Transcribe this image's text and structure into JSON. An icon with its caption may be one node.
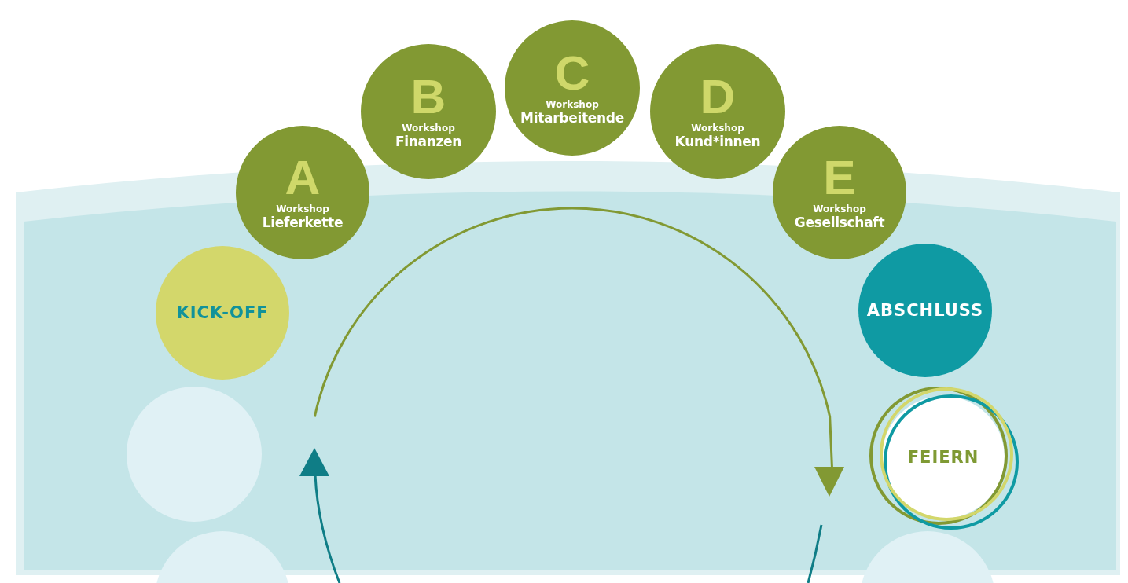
{
  "diagram": {
    "nodes": [
      {
        "text": [
          "KICK-OFF"
        ]
      },
      {
        "text": [
          "A",
          "Workshop",
          "Lieferkette"
        ]
      },
      {
        "text": [
          "B",
          "Workshop",
          "Finanzen"
        ]
      },
      {
        "text": [
          "C",
          "Workshop",
          "Mitarbeitende"
        ]
      },
      {
        "text": [
          "D",
          "Workshop",
          "Kund*innen"
        ]
      },
      {
        "text": [
          "E",
          "Workshop",
          "Gesellschaft"
        ]
      },
      {
        "text": [
          "ABSCHLUSS"
        ]
      },
      {
        "text": [
          "FEIERN"
        ]
      },
      {
        "text": [],
        "shape": "circle"
      },
      {
        "text": [],
        "shape": "circle"
      },
      {
        "text": [],
        "shape": "circle"
      }
    ]
  }
}
